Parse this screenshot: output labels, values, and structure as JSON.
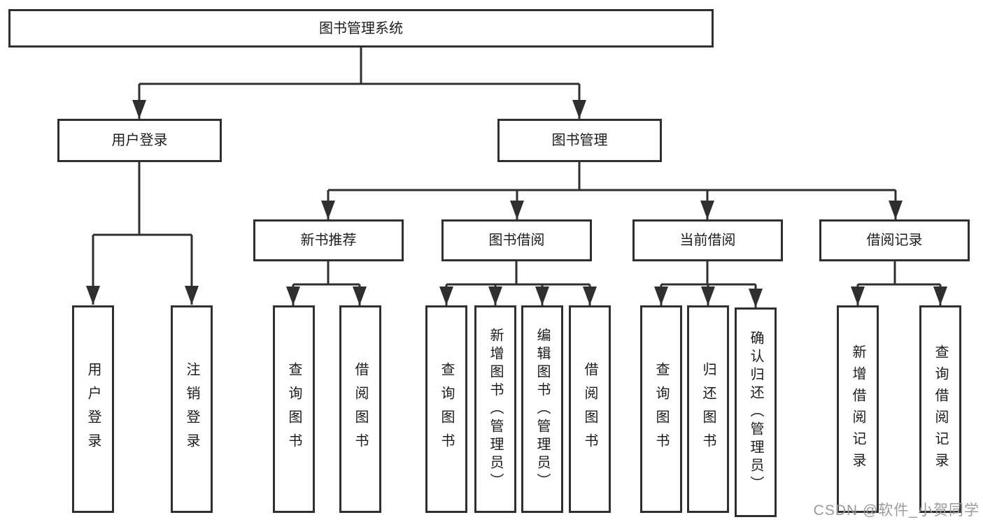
{
  "diagram": {
    "type": "hierarchy-tree",
    "root": {
      "label": "图书管理系统"
    },
    "level2": [
      {
        "label": "用户登录"
      },
      {
        "label": "图书管理"
      }
    ],
    "level3": [
      {
        "label": "新书推荐",
        "parent": "图书管理"
      },
      {
        "label": "图书借阅",
        "parent": "图书管理"
      },
      {
        "label": "当前借阅",
        "parent": "图书管理"
      },
      {
        "label": "借阅记录",
        "parent": "图书管理"
      }
    ],
    "leaves": [
      {
        "label": "用户登录",
        "parent": "用户登录"
      },
      {
        "label": "注销登录",
        "parent": "用户登录"
      },
      {
        "label": "查询图书",
        "parent": "新书推荐"
      },
      {
        "label": "借阅图书",
        "parent": "新书推荐"
      },
      {
        "label": "查询图书",
        "parent": "图书借阅"
      },
      {
        "label": "新增图书（管理员）",
        "parent": "图书借阅"
      },
      {
        "label": "编辑图书（管理员）",
        "parent": "图书借阅"
      },
      {
        "label": "借阅图书",
        "parent": "图书借阅"
      },
      {
        "label": "查询图书",
        "parent": "当前借阅"
      },
      {
        "label": "归还图书",
        "parent": "当前借阅"
      },
      {
        "label": "确认归还（管理员）",
        "parent": "当前借阅"
      },
      {
        "label": "新增借阅记录",
        "parent": "借阅记录"
      },
      {
        "label": "查询借阅记录",
        "parent": "借阅记录"
      }
    ],
    "colors": {
      "line": "#2f2f2f",
      "box_border": "#2f2f2f",
      "text": "#1c1c1c",
      "background": "#ffffff",
      "watermark": "#9a9a9a"
    }
  },
  "watermark": {
    "text": "CSDN @软件_小贺同学"
  }
}
